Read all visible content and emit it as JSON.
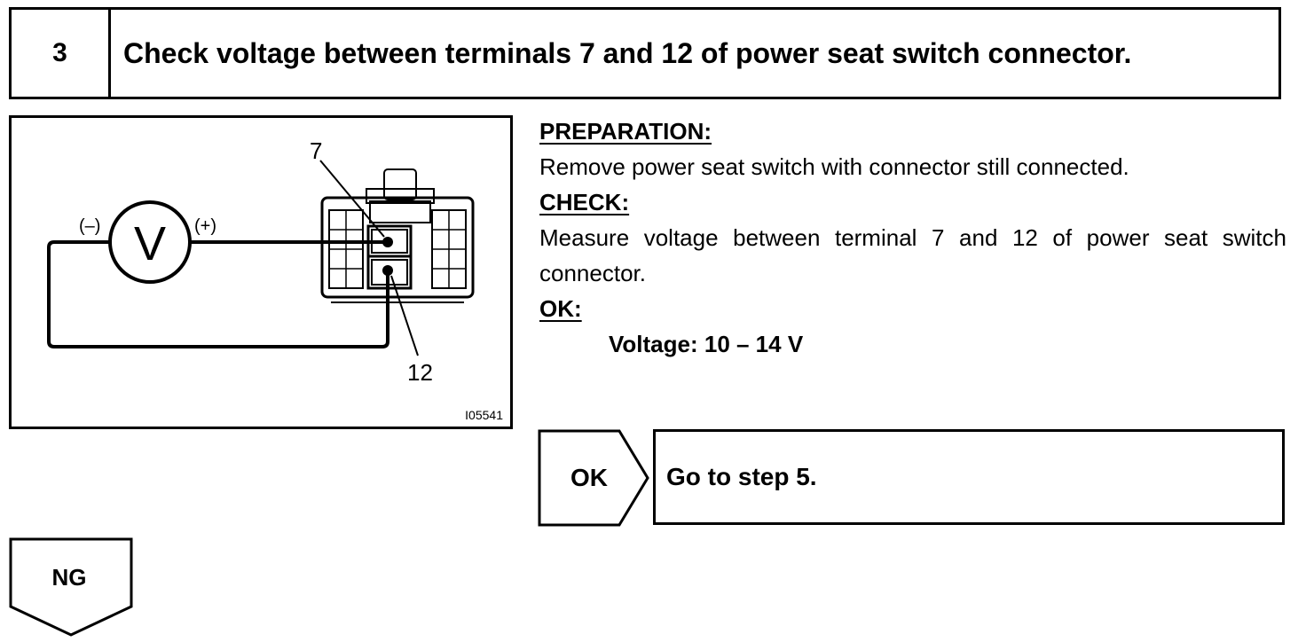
{
  "header": {
    "step_number": "3",
    "title": "Check voltage between terminals 7 and 12 of power seat switch connector."
  },
  "figure": {
    "terminal_top_label": "7",
    "terminal_bottom_label": "12",
    "neg_label": "(–)",
    "pos_label": "(+)",
    "meter_symbol": "V",
    "figure_code": "I05541"
  },
  "procedure": {
    "preparation_heading": "PREPARATION:",
    "preparation_text": "Remove power seat switch with connector still connected.",
    "check_heading": "CHECK:",
    "check_text": "Measure voltage between terminal 7 and 12 of power seat switch connector.",
    "ok_heading": "OK:",
    "ok_value": "Voltage: 10 – 14 V"
  },
  "result_ok": {
    "label": "OK",
    "action": "Go to step 5."
  },
  "result_ng": {
    "label": "NG"
  }
}
